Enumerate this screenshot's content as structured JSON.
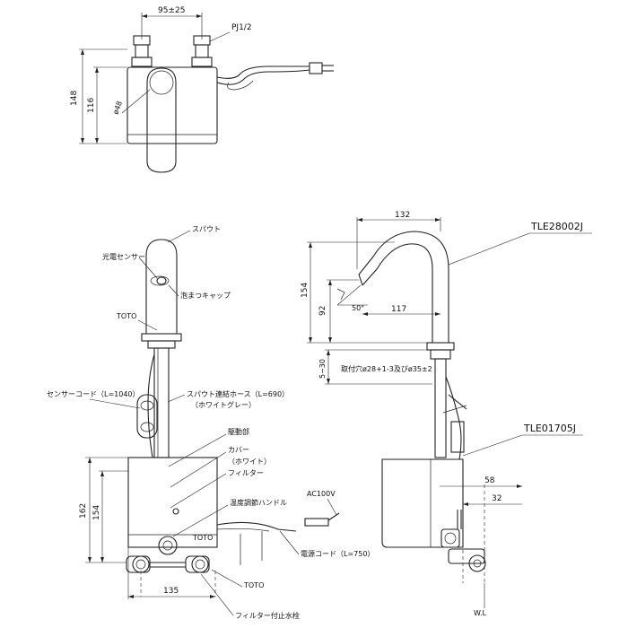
{
  "top_view": {
    "dim_width": "95±25",
    "dim_height_total": "148",
    "dim_height_body": "116",
    "dim_diameter": "ø48",
    "label_pj": "PJ1/2"
  },
  "front_view": {
    "label_spout": "スパウト",
    "label_sensor": "光電センサー",
    "label_cap": "泡まつキャップ",
    "label_toto": "TOTO",
    "label_sensor_cord": "センサーコード（L=1040）",
    "label_hose": "スパウト連結ホース（L=690）",
    "label_hose_color": "（ホワイトグレー）",
    "label_drive": "駆動部",
    "label_cover": "カバー",
    "label_cover_color": "（ホワイト）",
    "label_filter": "フィルター",
    "label_temp_handle": "温度調節ハンドル",
    "label_ac": "AC100V",
    "label_power_cord": "電源コード（L=750）",
    "label_toto_bottom": "TOTO",
    "label_valve": "フィルター付止水栓",
    "dim_162": "162",
    "dim_154": "154",
    "dim_135": "135"
  },
  "side_view": {
    "model_spout": "TLE28002J",
    "model_unit": "TLE01705J",
    "dim_132": "132",
    "dim_154": "154",
    "dim_92": "92",
    "dim_50": "50°",
    "dim_117": "117",
    "dim_5_30": "5~30",
    "dim_hole": "取付穴ø28+1-3及びø35±2",
    "dim_58": "58",
    "dim_32": "32",
    "label_wl": "W.L"
  },
  "colors": {
    "line": "#222222",
    "background": "#ffffff"
  }
}
